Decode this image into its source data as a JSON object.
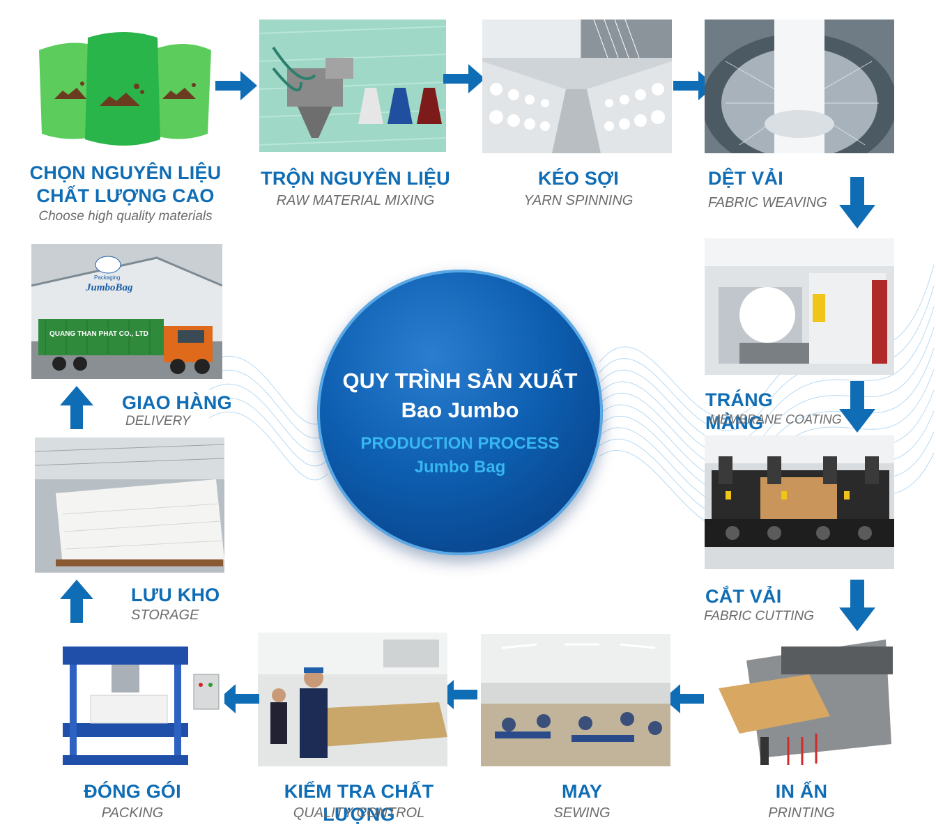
{
  "center": {
    "title_vi": "QUY TRÌNH SẢN XUẤT",
    "subtitle_vi": "Bao Jumbo",
    "title_en": "PRODUCTION PROCESS",
    "subtitle_en": "Jumbo Bag"
  },
  "colors": {
    "title": "#0f6db5",
    "english": "#6b6b6b",
    "arrow": "#0f6db5",
    "circle": "#0d5eb0",
    "circle_text_en": "#38b6f0"
  },
  "steps": [
    {
      "vi_line1": "CHỌN NGUYÊN LIỆU",
      "vi_line2": "CHẤT LƯỢNG CAO",
      "en": "Choose high quality materials",
      "icon": "green-bags-image"
    },
    {
      "vi": "TRỘN NGUYÊN LIỆU",
      "en": "RAW MATERIAL MIXING",
      "icon": "mixing-machine-image"
    },
    {
      "vi": "KÉO SỢI",
      "en": "YARN SPINNING",
      "icon": "yarn-spools-image"
    },
    {
      "vi": "DỆT VẢI",
      "en": "FABRIC WEAVING",
      "icon": "circular-loom-image"
    },
    {
      "vi": "TRÁNG MÀNG",
      "en": "MEMBRANE COATING",
      "icon": "coating-machine-image"
    },
    {
      "vi": "CẮT VẢI",
      "en": "FABRIC CUTTING",
      "icon": "cutting-machine-image"
    },
    {
      "vi": "IN ẤN",
      "en": "PRINTING",
      "icon": "printing-machine-image"
    },
    {
      "vi": "MAY",
      "en": "SEWING",
      "icon": "sewing-workshop-image"
    },
    {
      "vi": "KIỂM TRA CHẤT LƯỢNG",
      "en": "QUALITY CONTROL",
      "icon": "quality-control-image"
    },
    {
      "vi": "ĐÓNG GÓI",
      "en": "PACKING",
      "icon": "baling-press-image"
    },
    {
      "vi": "LƯU KHO",
      "en": "STORAGE",
      "icon": "warehouse-stock-image"
    },
    {
      "vi": "GIAO HÀNG",
      "en": "DELIVERY",
      "icon": "delivery-truck-image"
    }
  ],
  "truck_logo": {
    "brand_top": "Packaging",
    "brand": "JumboBag",
    "container_text": "QUANG THAN PHAT CO., LTD"
  }
}
